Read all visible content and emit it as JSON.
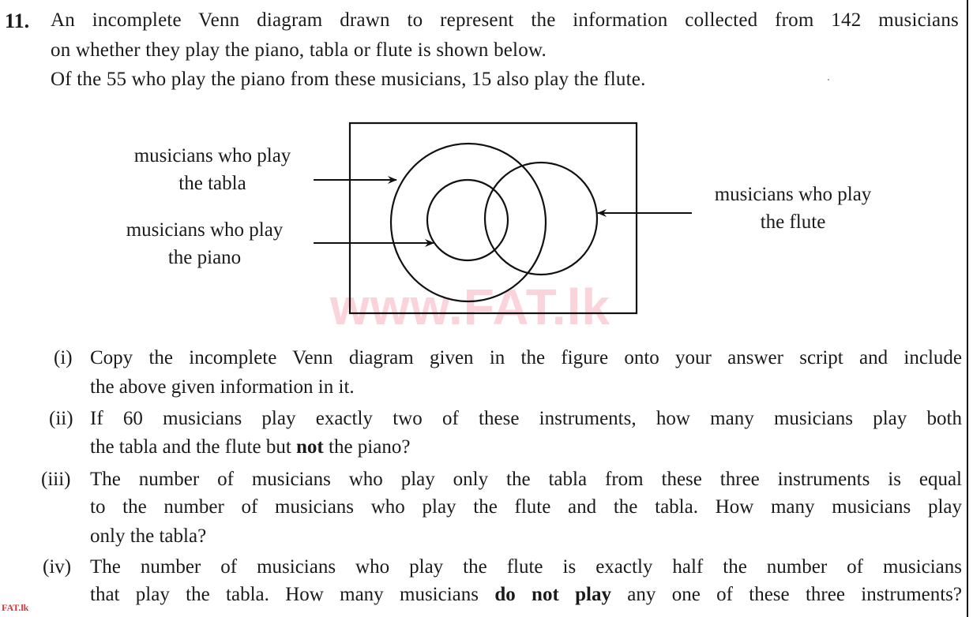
{
  "question": {
    "number": "11.",
    "intro_lines": [
      "An incomplete Venn diagram drawn to represent the information collected from 142 musicians",
      "on whether they play the piano, tabla or flute is shown below.",
      "Of the 55 who play the piano from these musicians, 15 also play the flute."
    ],
    "given": {
      "total_musicians": 142,
      "piano_players": 55,
      "piano_and_flute": 15
    }
  },
  "diagram": {
    "labels": {
      "tabla_line1": "musicians who play",
      "tabla_line2": "the tabla",
      "piano_line1": "musicians who play",
      "piano_line2": "the piano",
      "flute_line1": "musicians who play",
      "flute_line2": "the flute"
    },
    "sets": [
      {
        "name": "tabla",
        "shape": "large circle"
      },
      {
        "name": "piano",
        "shape": "small circle inside tabla"
      },
      {
        "name": "flute",
        "shape": "circle overlapping tabla and piano"
      }
    ]
  },
  "parts": [
    {
      "label": "(i)",
      "line1": "Copy the incomplete Venn diagram given in the figure onto your answer script and include",
      "line2": "the above given information in it."
    },
    {
      "label": "(ii)",
      "line1": "If 60 musicians play exactly two of these instruments, how many musicians play both",
      "line2_pre": "the tabla and the flute but ",
      "line2_bold": "not",
      "line2_post": " the piano?"
    },
    {
      "label": "(iii)",
      "line1": "The number of musicians who play only the tabla from these three instruments is equal",
      "line2": "to the number of musicians who play the flute and the tabla. How many musicians play",
      "line3": "only the tabla?"
    },
    {
      "label": "(iv)",
      "line1": "The number of musicians who play the flute is exactly half the number of musicians",
      "line2_pre": "that play the tabla. How many musicians ",
      "line2_bold": "do not play",
      "line2_post": " any one of these three instruments?"
    }
  ],
  "watermark": {
    "text": "www.FAT.lk",
    "color": "#fbd3da"
  },
  "corner_mark": {
    "text": "FAT.lk",
    "color": "#d9343b"
  }
}
